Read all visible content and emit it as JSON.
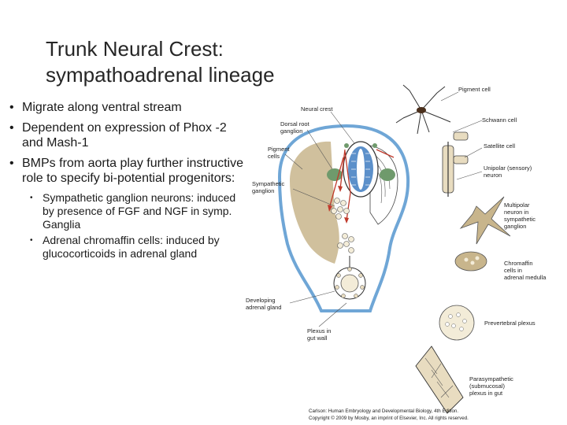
{
  "title": {
    "line1": "Trunk Neural Crest:",
    "line2": "sympathoadrenal lineage"
  },
  "bullets": {
    "b1": "Migrate along ventral stream",
    "b2": "Dependent on expression of Phox -2 and Mash-1",
    "b3": "BMPs from aorta play further instructive role to specify bi-potential progenitors:",
    "sub1": "Sympathetic ganglion neurons: induced by presence of FGF and NGF in symp. Ganglia",
    "sub2": "Adrenal chromaffin cells: induced by glucocorticoids  in adrenal gland",
    "marker_main": "•",
    "marker_sub": "•"
  },
  "figure_labels": {
    "neural_crest": "Neural crest",
    "dorsal_root_1": "Dorsal root",
    "dorsal_root_2": "ganglion",
    "pigment_cells_1": "Pigment",
    "pigment_cells_2": "cells",
    "sympathetic_ganglion_1": "Sympathetic",
    "sympathetic_ganglion_2": "ganglion",
    "developing_adrenal_1": "Developing",
    "developing_adrenal_2": "adrenal gland",
    "plexus_gut_1": "Plexus in",
    "plexus_gut_2": "gut wall",
    "pigment_cell": "Pigment cell",
    "schwann_cell": "Schwann cell",
    "satellite_cell": "Satellite cell",
    "unipolar_1": "Unipolar (sensory)",
    "unipolar_2": "neuron",
    "multipolar_1": "Multipolar",
    "multipolar_2": "neuron in",
    "multipolar_3": "sympathetic",
    "multipolar_4": "ganglion",
    "chromaffin_1": "Chromaffin",
    "chromaffin_2": "cells in",
    "chromaffin_3": "adrenal medulla",
    "prevertebral": "Prevertebral plexus",
    "parasympathetic_1": "Parasympathetic",
    "parasympathetic_2": "(submucosal)",
    "parasympathetic_3": "plexus in gut"
  },
  "credit": {
    "line1": "Carlson: Human Embryology and Developmental Biology, 4th Edition.",
    "line2": "Copyright © 2009 by Mosby, an imprint of Elsevier, Inc. All rights reserved."
  },
  "colors": {
    "tan": "#c8b58c",
    "neural_tube_blue": "#4a84c4",
    "ganglion_green": "#6f9a6c",
    "arrow_red": "#c0392b",
    "outline_blue": "#6fa6d6"
  }
}
